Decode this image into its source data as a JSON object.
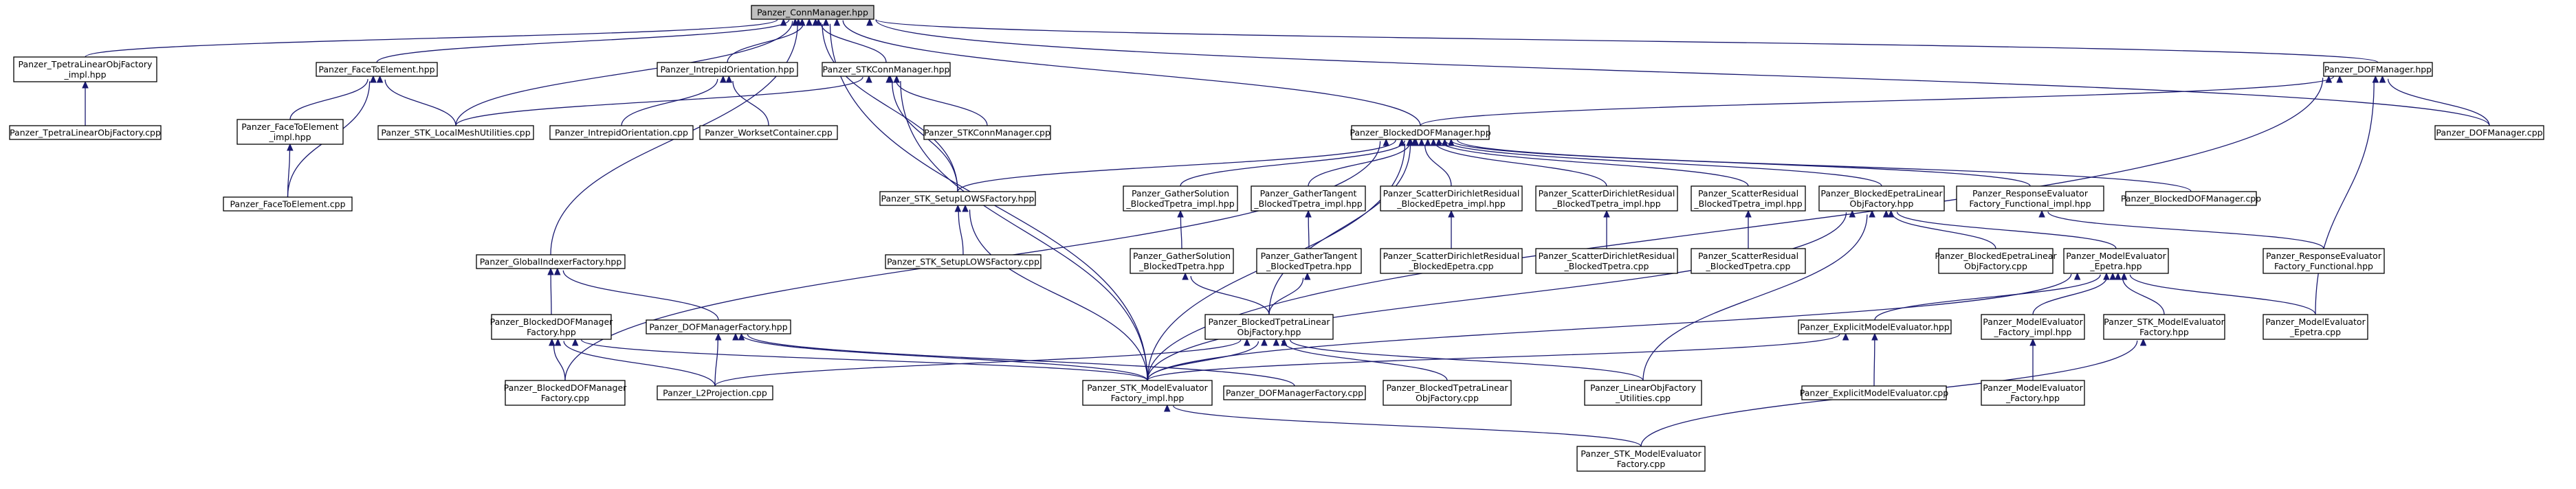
{
  "colors": {
    "edge": "#191970",
    "node_border": "#000000",
    "root_fill": "#bfbfbf",
    "node_fill": "#ffffff"
  },
  "nodes": [
    {
      "id": "conn",
      "lines": [
        "Panzer_ConnManager.hpp"
      ],
      "root": true
    },
    {
      "id": "tpetraImpl",
      "lines": [
        "Panzer_TpetraLinearObjFactory",
        "_impl.hpp"
      ]
    },
    {
      "id": "tpetraCpp",
      "lines": [
        "Panzer_TpetraLinearObjFactory.cpp"
      ]
    },
    {
      "id": "faceHpp",
      "lines": [
        "Panzer_FaceToElement.hpp"
      ]
    },
    {
      "id": "faceImpl",
      "lines": [
        "Panzer_FaceToElement",
        "_impl.hpp"
      ]
    },
    {
      "id": "faceCpp",
      "lines": [
        "Panzer_FaceToElement.cpp"
      ]
    },
    {
      "id": "stkLocal",
      "lines": [
        "Panzer_STK_LocalMeshUtilities.cpp"
      ]
    },
    {
      "id": "intrHpp",
      "lines": [
        "Panzer_IntrepidOrientation.hpp"
      ]
    },
    {
      "id": "intrCpp",
      "lines": [
        "Panzer_IntrepidOrientation.cpp"
      ]
    },
    {
      "id": "worksetCpp",
      "lines": [
        "Panzer_WorksetContainer.cpp"
      ]
    },
    {
      "id": "stkConnHpp",
      "lines": [
        "Panzer_STKConnManager.hpp"
      ]
    },
    {
      "id": "stkConnCpp",
      "lines": [
        "Panzer_STKConnManager.cpp"
      ]
    },
    {
      "id": "dofHpp",
      "lines": [
        "Panzer_DOFManager.hpp"
      ]
    },
    {
      "id": "dofCpp",
      "lines": [
        "Panzer_DOFManager.cpp"
      ]
    },
    {
      "id": "bdofHpp",
      "lines": [
        "Panzer_BlockedDOFManager.hpp"
      ]
    },
    {
      "id": "bdofCpp",
      "lines": [
        "Panzer_BlockedDOFManager.cpp"
      ]
    },
    {
      "id": "stkLowsHpp",
      "lines": [
        "Panzer_STK_SetupLOWSFactory.hpp"
      ]
    },
    {
      "id": "stkLowsCpp",
      "lines": [
        "Panzer_STK_SetupLOWSFactory.cpp"
      ]
    },
    {
      "id": "gsImpl",
      "lines": [
        "Panzer_GatherSolution",
        "_BlockedTpetra_impl.hpp"
      ]
    },
    {
      "id": "gsHpp",
      "lines": [
        "Panzer_GatherSolution",
        "_BlockedTpetra.hpp"
      ]
    },
    {
      "id": "gtImpl",
      "lines": [
        "Panzer_GatherTangent",
        "_BlockedTpetra_impl.hpp"
      ]
    },
    {
      "id": "gtHpp",
      "lines": [
        "Panzer_GatherTangent",
        "_BlockedTpetra.hpp"
      ]
    },
    {
      "id": "sdreImpl",
      "lines": [
        "Panzer_ScatterDirichletResidual",
        "_BlockedEpetra_impl.hpp"
      ]
    },
    {
      "id": "sdreCpp",
      "lines": [
        "Panzer_ScatterDirichletResidual",
        "_BlockedEpetra.cpp"
      ]
    },
    {
      "id": "sdrtImpl",
      "lines": [
        "Panzer_ScatterDirichletResidual",
        "_BlockedTpetra_impl.hpp"
      ]
    },
    {
      "id": "sdrtCpp",
      "lines": [
        "Panzer_ScatterDirichletResidual",
        "_BlockedTpetra.cpp"
      ]
    },
    {
      "id": "srtImpl",
      "lines": [
        "Panzer_ScatterResidual",
        "_BlockedTpetra_impl.hpp"
      ]
    },
    {
      "id": "srtCpp",
      "lines": [
        "Panzer_ScatterResidual",
        "_BlockedTpetra.cpp"
      ]
    },
    {
      "id": "beHpp",
      "lines": [
        "Panzer_BlockedEpetraLinear",
        "ObjFactory.hpp"
      ]
    },
    {
      "id": "beCpp",
      "lines": [
        "Panzer_BlockedEpetraLinear",
        "ObjFactory.cpp"
      ]
    },
    {
      "id": "reImpl",
      "lines": [
        "Panzer_ResponseEvaluator",
        "Factory_Functional_impl.hpp"
      ]
    },
    {
      "id": "reHpp",
      "lines": [
        "Panzer_ResponseEvaluator",
        "Factory_Functional.hpp"
      ]
    },
    {
      "id": "meeHpp",
      "lines": [
        "Panzer_ModelEvaluator",
        "_Epetra.hpp"
      ]
    },
    {
      "id": "meeCpp",
      "lines": [
        "Panzer_ModelEvaluator",
        "_Epetra.cpp"
      ]
    },
    {
      "id": "gifHpp",
      "lines": [
        "Panzer_GlobalIndexerFactory.hpp"
      ]
    },
    {
      "id": "bdmfHpp",
      "lines": [
        "Panzer_BlockedDOFManager",
        "Factory.hpp"
      ]
    },
    {
      "id": "bdmfCpp",
      "lines": [
        "Panzer_BlockedDOFManager",
        "Factory.cpp"
      ]
    },
    {
      "id": "dmfHpp",
      "lines": [
        "Panzer_DOFManagerFactory.hpp"
      ]
    },
    {
      "id": "dmfCpp",
      "lines": [
        "Panzer_DOFManagerFactory.cpp"
      ]
    },
    {
      "id": "l2Cpp",
      "lines": [
        "Panzer_L2Projection.cpp"
      ]
    },
    {
      "id": "btHpp",
      "lines": [
        "Panzer_BlockedTpetraLinear",
        "ObjFactory.hpp"
      ]
    },
    {
      "id": "btCpp",
      "lines": [
        "Panzer_BlockedTpetraLinear",
        "ObjFactory.cpp"
      ]
    },
    {
      "id": "stkMeImpl",
      "lines": [
        "Panzer_STK_ModelEvaluator",
        "Factory_impl.hpp"
      ]
    },
    {
      "id": "stkMeCpp",
      "lines": [
        "Panzer_STK_ModelEvaluator",
        "Factory.cpp"
      ]
    },
    {
      "id": "loUtil",
      "lines": [
        "Panzer_LinearObjFactory",
        "_Utilities.cpp"
      ]
    },
    {
      "id": "emeHpp",
      "lines": [
        "Panzer_ExplicitModelEvaluator.hpp"
      ]
    },
    {
      "id": "emeCpp",
      "lines": [
        "Panzer_ExplicitModelEvaluator.cpp"
      ]
    },
    {
      "id": "mefImpl",
      "lines": [
        "Panzer_ModelEvaluator",
        "_Factory_impl.hpp"
      ]
    },
    {
      "id": "mefHpp",
      "lines": [
        "Panzer_ModelEvaluator",
        "_Factory.hpp"
      ]
    },
    {
      "id": "stkMeHpp",
      "lines": [
        "Panzer_STK_ModelEvaluator",
        "Factory.hpp"
      ]
    }
  ],
  "edges": [
    [
      "conn",
      "tpetraImpl"
    ],
    [
      "conn",
      "faceHpp"
    ],
    [
      "conn",
      "stkLocal"
    ],
    [
      "conn",
      "intrHpp"
    ],
    [
      "conn",
      "stkConnHpp"
    ],
    [
      "conn",
      "stkLowsHpp"
    ],
    [
      "conn",
      "gifHpp"
    ],
    [
      "conn",
      "stkMeImpl"
    ],
    [
      "conn",
      "bdofHpp"
    ],
    [
      "conn",
      "dofHpp"
    ],
    [
      "conn",
      "dofCpp"
    ],
    [
      "tpetraImpl",
      "tpetraCpp"
    ],
    [
      "faceHpp",
      "faceImpl"
    ],
    [
      "faceHpp",
      "faceCpp"
    ],
    [
      "faceHpp",
      "stkLocal"
    ],
    [
      "faceImpl",
      "faceCpp"
    ],
    [
      "intrHpp",
      "intrCpp"
    ],
    [
      "intrHpp",
      "worksetCpp"
    ],
    [
      "stkConnHpp",
      "stkLocal"
    ],
    [
      "stkConnHpp",
      "stkConnCpp"
    ],
    [
      "stkConnHpp",
      "stkLowsHpp"
    ],
    [
      "stkConnHpp",
      "stkMeImpl"
    ],
    [
      "dofHpp",
      "bdofHpp"
    ],
    [
      "dofHpp",
      "dofCpp"
    ],
    [
      "dofHpp",
      "meeCpp"
    ],
    [
      "dofHpp",
      "stkMeImpl"
    ],
    [
      "bdofHpp",
      "stkLowsHpp"
    ],
    [
      "bdofHpp",
      "gsImpl"
    ],
    [
      "bdofHpp",
      "gtImpl"
    ],
    [
      "bdofHpp",
      "sdreImpl"
    ],
    [
      "bdofHpp",
      "sdrtImpl"
    ],
    [
      "bdofHpp",
      "srtImpl"
    ],
    [
      "bdofHpp",
      "beHpp"
    ],
    [
      "bdofHpp",
      "reImpl"
    ],
    [
      "bdofHpp",
      "bdofCpp"
    ],
    [
      "bdofHpp",
      "btHpp"
    ],
    [
      "bdofHpp",
      "bdmfCpp"
    ],
    [
      "bdofHpp",
      "stkMeImpl"
    ],
    [
      "stkLowsHpp",
      "stkLowsCpp"
    ],
    [
      "stkLowsHpp",
      "stkMeImpl"
    ],
    [
      "gsImpl",
      "gsHpp"
    ],
    [
      "gsHpp",
      "btHpp"
    ],
    [
      "gtImpl",
      "gtHpp"
    ],
    [
      "gtHpp",
      "btHpp"
    ],
    [
      "sdreImpl",
      "sdreCpp"
    ],
    [
      "sdrtImpl",
      "sdrtCpp"
    ],
    [
      "srtImpl",
      "srtCpp"
    ],
    [
      "beHpp",
      "beCpp"
    ],
    [
      "beHpp",
      "meeHpp"
    ],
    [
      "beHpp",
      "loUtil"
    ],
    [
      "beHpp",
      "stkMeImpl"
    ],
    [
      "reImpl",
      "reHpp"
    ],
    [
      "meeHpp",
      "meeCpp"
    ],
    [
      "meeHpp",
      "emeHpp"
    ],
    [
      "meeHpp",
      "mefImpl"
    ],
    [
      "meeHpp",
      "stkMeHpp"
    ],
    [
      "meeHpp",
      "stkMeImpl"
    ],
    [
      "gifHpp",
      "bdmfHpp"
    ],
    [
      "gifHpp",
      "dmfHpp"
    ],
    [
      "bdmfHpp",
      "bdmfCpp"
    ],
    [
      "bdmfHpp",
      "l2Cpp"
    ],
    [
      "bdmfHpp",
      "stkMeImpl"
    ],
    [
      "dmfHpp",
      "l2Cpp"
    ],
    [
      "dmfHpp",
      "dmfCpp"
    ],
    [
      "dmfHpp",
      "stkMeImpl"
    ],
    [
      "btHpp",
      "l2Cpp"
    ],
    [
      "btHpp",
      "stkMeImpl"
    ],
    [
      "btHpp",
      "btCpp"
    ],
    [
      "btHpp",
      "loUtil"
    ],
    [
      "stkMeImpl",
      "stkMeCpp"
    ],
    [
      "emeHpp",
      "emeCpp"
    ],
    [
      "emeHpp",
      "stkMeImpl"
    ],
    [
      "mefImpl",
      "mefHpp"
    ],
    [
      "stkMeHpp",
      "stkMeCpp"
    ]
  ]
}
